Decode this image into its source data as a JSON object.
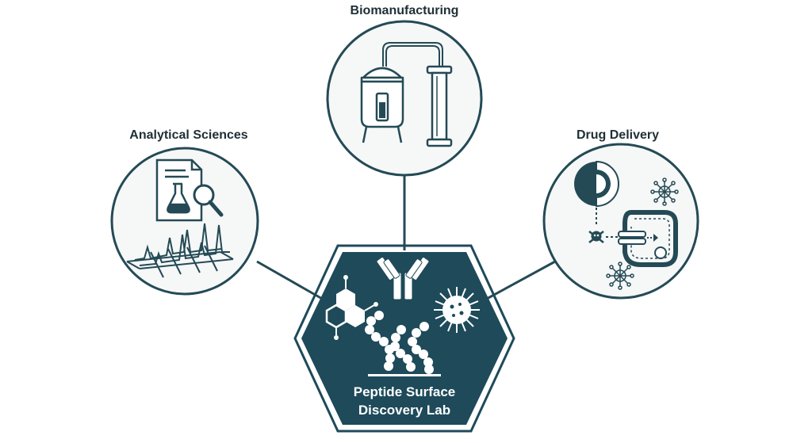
{
  "diagram": {
    "center": {
      "line1": "Peptide Surface",
      "line2": "Discovery Lab"
    },
    "nodes": {
      "top": {
        "label": "Biomanufacturing"
      },
      "left": {
        "label": "Analytical Sciences"
      },
      "right": {
        "label": "Drug Delivery"
      }
    }
  },
  "colors": {
    "primary": "#1e4a5a",
    "outline": "#244a56",
    "circle_fill": "#f6f7f7",
    "label_text": "#1f2f36",
    "center_text": "#ffffff"
  }
}
